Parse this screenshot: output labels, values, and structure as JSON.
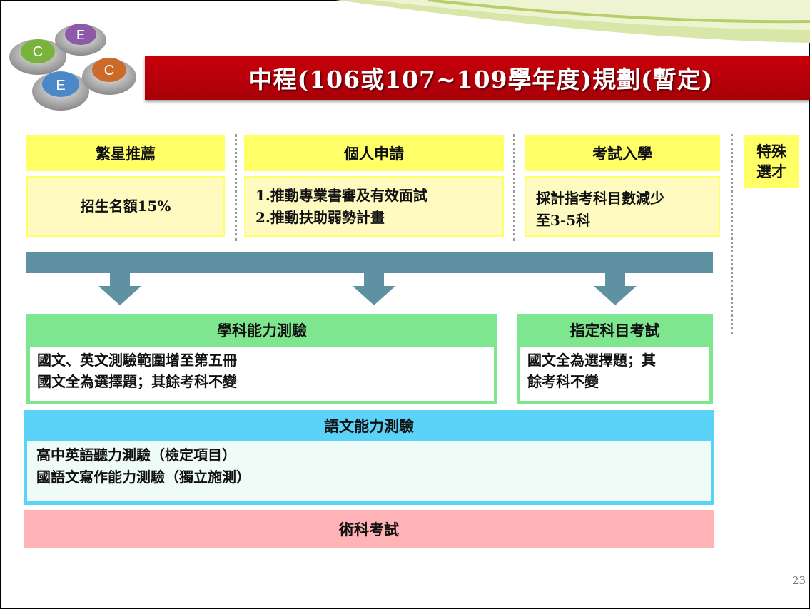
{
  "title": "中程(106或107~109學年度)規劃(暫定)",
  "logo": {
    "letters": [
      "C",
      "E",
      "E",
      "C"
    ]
  },
  "pathways": {
    "star": {
      "title": "繁星推薦",
      "body": "招生名額15%"
    },
    "personal": {
      "title": "個人申請",
      "lines": [
        "1.推動專業書審及有效面試",
        "2.推動扶助弱勢計畫"
      ]
    },
    "exam": {
      "title": "考試入學",
      "lines": [
        "採計指考科目數減少",
        "至3-5科"
      ]
    },
    "special": {
      "lines": [
        "特殊",
        "選才"
      ]
    }
  },
  "gsat": {
    "title": "學科能力測驗",
    "lines": [
      "國文、英文測驗範圍增至第五冊",
      "國文全為選擇題；其餘考科不變"
    ]
  },
  "ast": {
    "title": "指定科目考試",
    "lines": [
      "國文全為選擇題；其",
      "餘考科不變"
    ]
  },
  "language": {
    "title": "語文能力測驗",
    "lines": [
      "高中英語聽力測驗（檢定項目）",
      "國語文寫作能力測驗（獨立施測）"
    ]
  },
  "arts": {
    "title": "術科考試"
  },
  "page_number": "23",
  "colors": {
    "title_red": "#c8000b",
    "yellow": "#ffff66",
    "green": "#7ee68e",
    "blue": "#5bd2f7",
    "pink": "#ffb3b7",
    "arrow": "#5e92a3"
  }
}
